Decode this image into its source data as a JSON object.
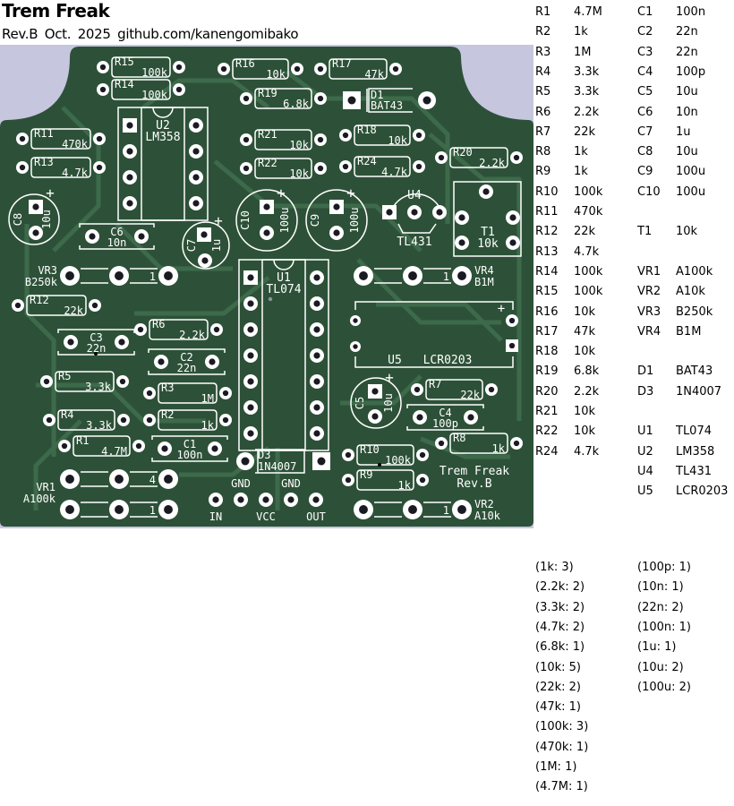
{
  "header": {
    "title": "Trem Freak",
    "revision": "Rev.B",
    "date": "Oct. 2025",
    "url": "github.com/kanengomibako"
  },
  "colors": {
    "background": "#c6c6de",
    "board": "#2d5138",
    "trace": "#3d6a4a",
    "silkscreen": "#ffffff",
    "hole": "#1a1a22"
  },
  "pcb": {
    "board_label": "Trem Freak",
    "board_rev": "Rev.B",
    "connectors": {
      "labels_top": [
        "GND",
        "GND"
      ],
      "labels_bottom": [
        "IN",
        "VCC",
        "OUT"
      ]
    },
    "resistors": [
      {
        "ref": "R15",
        "value": "100k"
      },
      {
        "ref": "R14",
        "value": "100k"
      },
      {
        "ref": "R16",
        "value": "10k"
      },
      {
        "ref": "R17",
        "value": "47k"
      },
      {
        "ref": "R19",
        "value": "6.8k"
      },
      {
        "ref": "R11",
        "value": "470k"
      },
      {
        "ref": "R13",
        "value": "4.7k"
      },
      {
        "ref": "R21",
        "value": "10k"
      },
      {
        "ref": "R22",
        "value": "10k"
      },
      {
        "ref": "R18",
        "value": "10k"
      },
      {
        "ref": "R24",
        "value": "4.7k"
      },
      {
        "ref": "R20",
        "value": "2.2k"
      },
      {
        "ref": "R12",
        "value": "22k"
      },
      {
        "ref": "R6",
        "value": "2.2k"
      },
      {
        "ref": "R5",
        "value": "3.3k"
      },
      {
        "ref": "R3",
        "value": "1M"
      },
      {
        "ref": "R4",
        "value": "3.3k"
      },
      {
        "ref": "R2",
        "value": "1k"
      },
      {
        "ref": "R1",
        "value": "4.7M"
      },
      {
        "ref": "R7",
        "value": "22k"
      },
      {
        "ref": "R10",
        "value": "100k"
      },
      {
        "ref": "R9",
        "value": "1k"
      },
      {
        "ref": "R8",
        "value": "1k"
      }
    ],
    "film_caps": [
      {
        "ref": "C6",
        "value": "10n"
      },
      {
        "ref": "C3",
        "value": "22n"
      },
      {
        "ref": "C2",
        "value": "22n"
      },
      {
        "ref": "C1",
        "value": "100n"
      },
      {
        "ref": "C4",
        "value": "100p"
      }
    ],
    "electrolytics": [
      {
        "ref": "C8",
        "value": "10u"
      },
      {
        "ref": "C7",
        "value": "1u"
      },
      {
        "ref": "C10",
        "value": "100u"
      },
      {
        "ref": "C9",
        "value": "100u"
      },
      {
        "ref": "C5",
        "value": "10u"
      }
    ],
    "pots": [
      {
        "ref": "VR3",
        "value": "B250k",
        "pin": "1"
      },
      {
        "ref": "VR4",
        "value": "B1M",
        "pin": "1"
      },
      {
        "ref": "VR1",
        "value": "A100k",
        "pin_top": "4",
        "pin": "1"
      },
      {
        "ref": "VR2",
        "value": "A10k",
        "pin": "1"
      }
    ],
    "ics": [
      {
        "ref": "U2",
        "value": "LM358"
      },
      {
        "ref": "U1",
        "value": "TL074"
      },
      {
        "ref": "U4",
        "value": "TL431"
      },
      {
        "ref": "U5",
        "value": "LCR0203"
      }
    ],
    "diodes": [
      {
        "ref": "D1",
        "value": "BAT43"
      },
      {
        "ref": "D3",
        "value": "1N4007"
      }
    ],
    "trimmer": {
      "ref": "T1",
      "value": "10k"
    },
    "plus_sign": "+"
  },
  "bom": {
    "resistors": [
      {
        "ref": "R1",
        "value": "4.7M"
      },
      {
        "ref": "R2",
        "value": "1k"
      },
      {
        "ref": "R3",
        "value": "1M"
      },
      {
        "ref": "R4",
        "value": "3.3k"
      },
      {
        "ref": "R5",
        "value": "3.3k"
      },
      {
        "ref": "R6",
        "value": "2.2k"
      },
      {
        "ref": "R7",
        "value": "22k"
      },
      {
        "ref": "R8",
        "value": "1k"
      },
      {
        "ref": "R9",
        "value": "1k"
      },
      {
        "ref": "R10",
        "value": "100k"
      },
      {
        "ref": "R11",
        "value": "470k"
      },
      {
        "ref": "R12",
        "value": "22k"
      },
      {
        "ref": "R13",
        "value": "4.7k"
      },
      {
        "ref": "R14",
        "value": "100k"
      },
      {
        "ref": "R15",
        "value": "100k"
      },
      {
        "ref": "R16",
        "value": "10k"
      },
      {
        "ref": "R17",
        "value": "47k"
      },
      {
        "ref": "R18",
        "value": "10k"
      },
      {
        "ref": "R19",
        "value": "6.8k"
      },
      {
        "ref": "R20",
        "value": "2.2k"
      },
      {
        "ref": "R21",
        "value": "10k"
      },
      {
        "ref": "R22",
        "value": "10k"
      },
      {
        "ref": "R24",
        "value": "4.7k"
      }
    ],
    "others": [
      {
        "ref": "C1",
        "value": "100n",
        "row": 0
      },
      {
        "ref": "C2",
        "value": "22n",
        "row": 1
      },
      {
        "ref": "C3",
        "value": "22n",
        "row": 2
      },
      {
        "ref": "C4",
        "value": "100p",
        "row": 3
      },
      {
        "ref": "C5",
        "value": "10u",
        "row": 4
      },
      {
        "ref": "C6",
        "value": "10n",
        "row": 5
      },
      {
        "ref": "C7",
        "value": "1u",
        "row": 6
      },
      {
        "ref": "C8",
        "value": "10u",
        "row": 7
      },
      {
        "ref": "C9",
        "value": "100u",
        "row": 8
      },
      {
        "ref": "C10",
        "value": "100u",
        "row": 9
      },
      {
        "ref": "T1",
        "value": "10k",
        "row": 11
      },
      {
        "ref": "VR1",
        "value": "A100k",
        "row": 13
      },
      {
        "ref": "VR2",
        "value": "A10k",
        "row": 14
      },
      {
        "ref": "VR3",
        "value": "B250k",
        "row": 15
      },
      {
        "ref": "VR4",
        "value": "B1M",
        "row": 16
      },
      {
        "ref": "D1",
        "value": "BAT43",
        "row": 18
      },
      {
        "ref": "D3",
        "value": "1N4007",
        "row": 19
      },
      {
        "ref": "U1",
        "value": "TL074",
        "row": 21
      },
      {
        "ref": "U2",
        "value": "LM358",
        "row": 22
      },
      {
        "ref": "U4",
        "value": "TL431",
        "row": 23
      },
      {
        "ref": "U5",
        "value": "LCR0203",
        "row": 24
      }
    ]
  },
  "value_counts": {
    "resistors": [
      "(1k: 3)",
      "(2.2k: 2)",
      "(3.3k: 2)",
      "(4.7k: 2)",
      "(6.8k: 1)",
      "(10k: 5)",
      "(22k: 2)",
      "(47k: 1)",
      "(100k: 3)",
      "(470k: 1)",
      "(1M: 1)",
      "(4.7M: 1)"
    ],
    "capacitors": [
      "(100p: 1)",
      "(10n: 1)",
      "(22n: 2)",
      "(100n: 1)",
      "(1u: 1)",
      "(10u: 2)",
      "(100u: 2)"
    ]
  }
}
